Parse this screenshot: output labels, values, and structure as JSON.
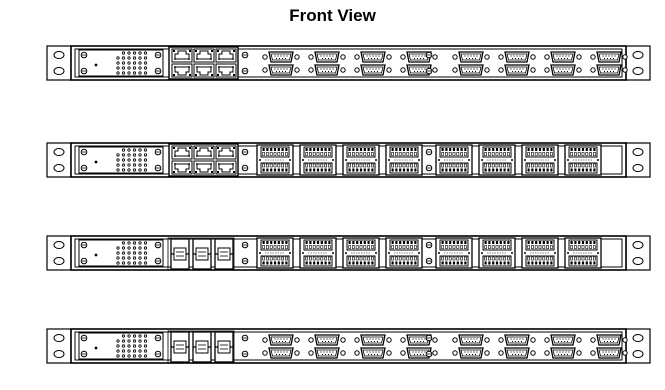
{
  "title": "Front View",
  "units": [
    {
      "id": "unit-1",
      "uplink": "rj45-2x3",
      "port_type": "db9",
      "ports": 16
    },
    {
      "id": "unit-2",
      "uplink": "rj45-2x3",
      "port_type": "terminal-block",
      "ports": 8
    },
    {
      "id": "unit-3",
      "uplink": "sfp-x3",
      "port_type": "terminal-block",
      "ports": 8
    },
    {
      "id": "unit-4",
      "uplink": "sfp-x3",
      "port_type": "db9",
      "ports": 16
    }
  ],
  "colors": {
    "stroke": "#000000",
    "background": "#ffffff"
  },
  "icons": [
    "rack-ear",
    "mounting-hole",
    "vent-grille",
    "rj45-port",
    "sfp-port",
    "db9-port",
    "terminal-block"
  ]
}
